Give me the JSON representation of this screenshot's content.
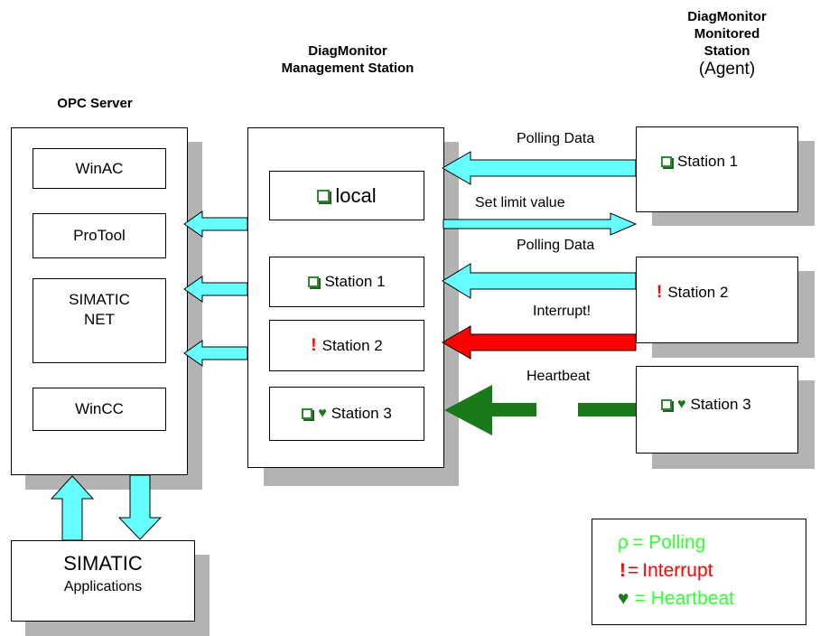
{
  "colors": {
    "cyan": "#66ffff",
    "red": "#ff0000",
    "green": "#1a7a1a",
    "legend_green": "#33ff33",
    "shadow": "#b3b3b3"
  },
  "opc_server": {
    "title": "OPC Server",
    "items": [
      "WinAC",
      "ProTool",
      "SIMATIC\nNET",
      "WinCC"
    ]
  },
  "management": {
    "title_line1": "DiagMonitor",
    "title_line2": "Management Station",
    "items": [
      {
        "icon": "check-square-icon",
        "label": "local"
      },
      {
        "icon": "check-square-icon",
        "label": "Station 1"
      },
      {
        "icon": "exclamation-icon",
        "label": "Station 2"
      },
      {
        "icon": "check-square-heart-icon",
        "label": "Station 3"
      }
    ]
  },
  "monitored": {
    "title_line1": "DiagMonitor",
    "title_line2": "Monitored",
    "title_line3": "Station",
    "title_line4": "(Agent)",
    "stations": [
      {
        "icon": "check-square-icon",
        "label": "Station 1"
      },
      {
        "icon": "exclamation-icon",
        "label": "Station 2"
      },
      {
        "icon": "check-square-heart-icon",
        "label": "Station 3"
      }
    ]
  },
  "flows": {
    "polling_data_1": "Polling Data",
    "set_limit_value": "Set limit value",
    "polling_data_2": "Polling Data",
    "interrupt": "Interrupt!",
    "heartbeat": "Heartbeat"
  },
  "simatic_apps": {
    "line1": "SIMATIC",
    "line2": "Applications"
  },
  "legend": {
    "polling_symbol": "ρ",
    "polling_eq": "=",
    "polling_label": "Polling",
    "interrupt_symbol": "!",
    "interrupt_eq": "=",
    "interrupt_label": "Interrupt",
    "heartbeat_symbol": "♥",
    "heartbeat_eq": "=",
    "heartbeat_label": "Heartbeat"
  }
}
